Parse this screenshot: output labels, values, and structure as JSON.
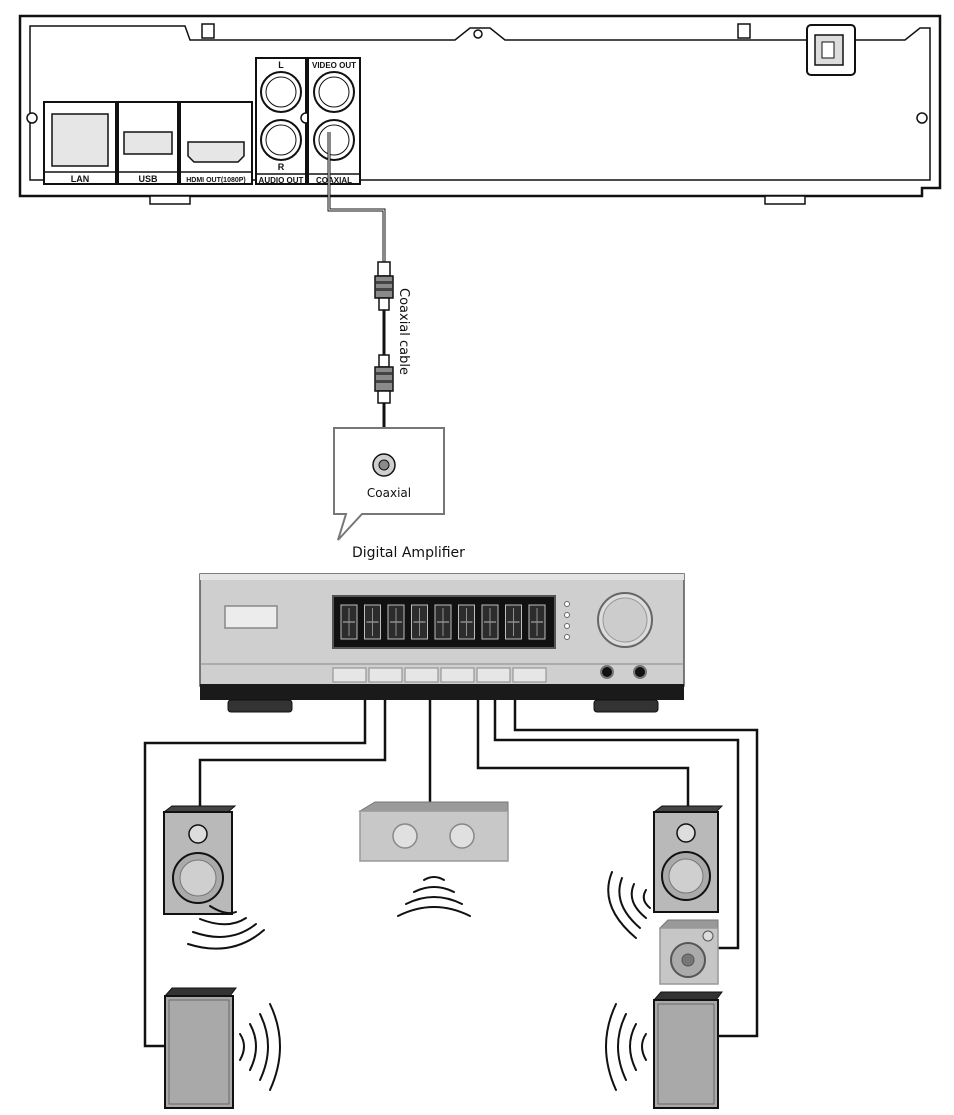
{
  "player": {
    "ports": {
      "lan": "LAN",
      "usb": "USB",
      "hdmi": "HDMI OUT(1080P)",
      "audio_l": "L",
      "audio_r": "R",
      "audio_out": "AUDIO OUT",
      "video_out": "VIDEO OUT",
      "coaxial_out": "COAXIAL"
    }
  },
  "cable": {
    "label": "Coaxial cable"
  },
  "callout": {
    "jack_label": "Coaxial"
  },
  "amplifier": {
    "label": "Digital Amplifier",
    "display_segment_count": 9
  },
  "colors": {
    "line": "#111111",
    "panel": "#cfcfcf",
    "speaker_face": "#b9b9b9"
  }
}
